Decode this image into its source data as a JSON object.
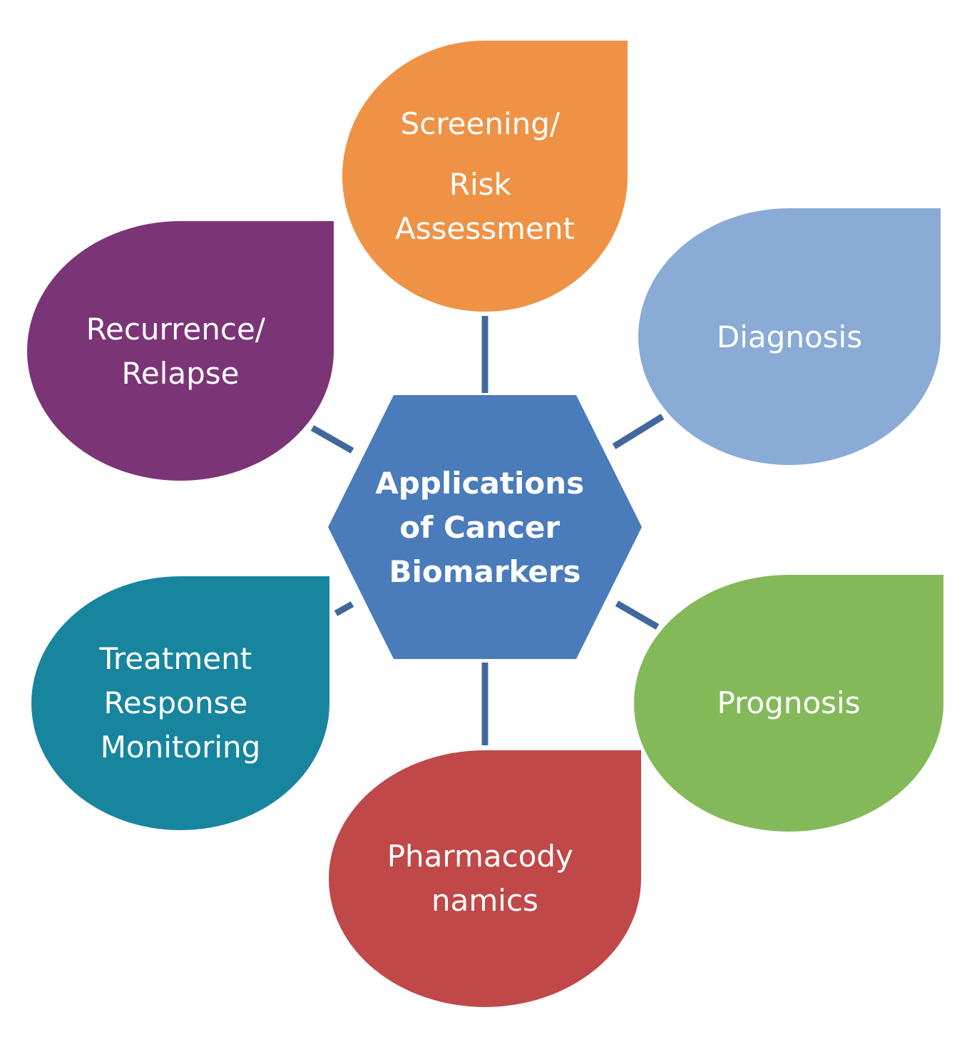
{
  "hub": {
    "lines": [
      "Applications",
      "of Cancer",
      "Biomarkers"
    ],
    "color": "#4a7bba"
  },
  "petals": [
    {
      "id": "screening",
      "lines": [
        "Screening/",
        "Risk",
        "Assessment"
      ],
      "color": "#ef9245"
    },
    {
      "id": "diagnosis",
      "lines": [
        "Diagnosis"
      ],
      "color": "#8aabd6"
    },
    {
      "id": "prognosis",
      "lines": [
        "Prognosis"
      ],
      "color": "#84b95a"
    },
    {
      "id": "pharmacodynamics",
      "lines": [
        "Pharmacody",
        "namics"
      ],
      "color": "#c04848"
    },
    {
      "id": "treatment-response",
      "lines": [
        "Treatment",
        "Response",
        "Monitoring"
      ],
      "color": "#18859f"
    },
    {
      "id": "recurrence",
      "lines": [
        "Recurrence/",
        "Relapse"
      ],
      "color": "#7b3577"
    }
  ],
  "connector_color": "#41689c"
}
